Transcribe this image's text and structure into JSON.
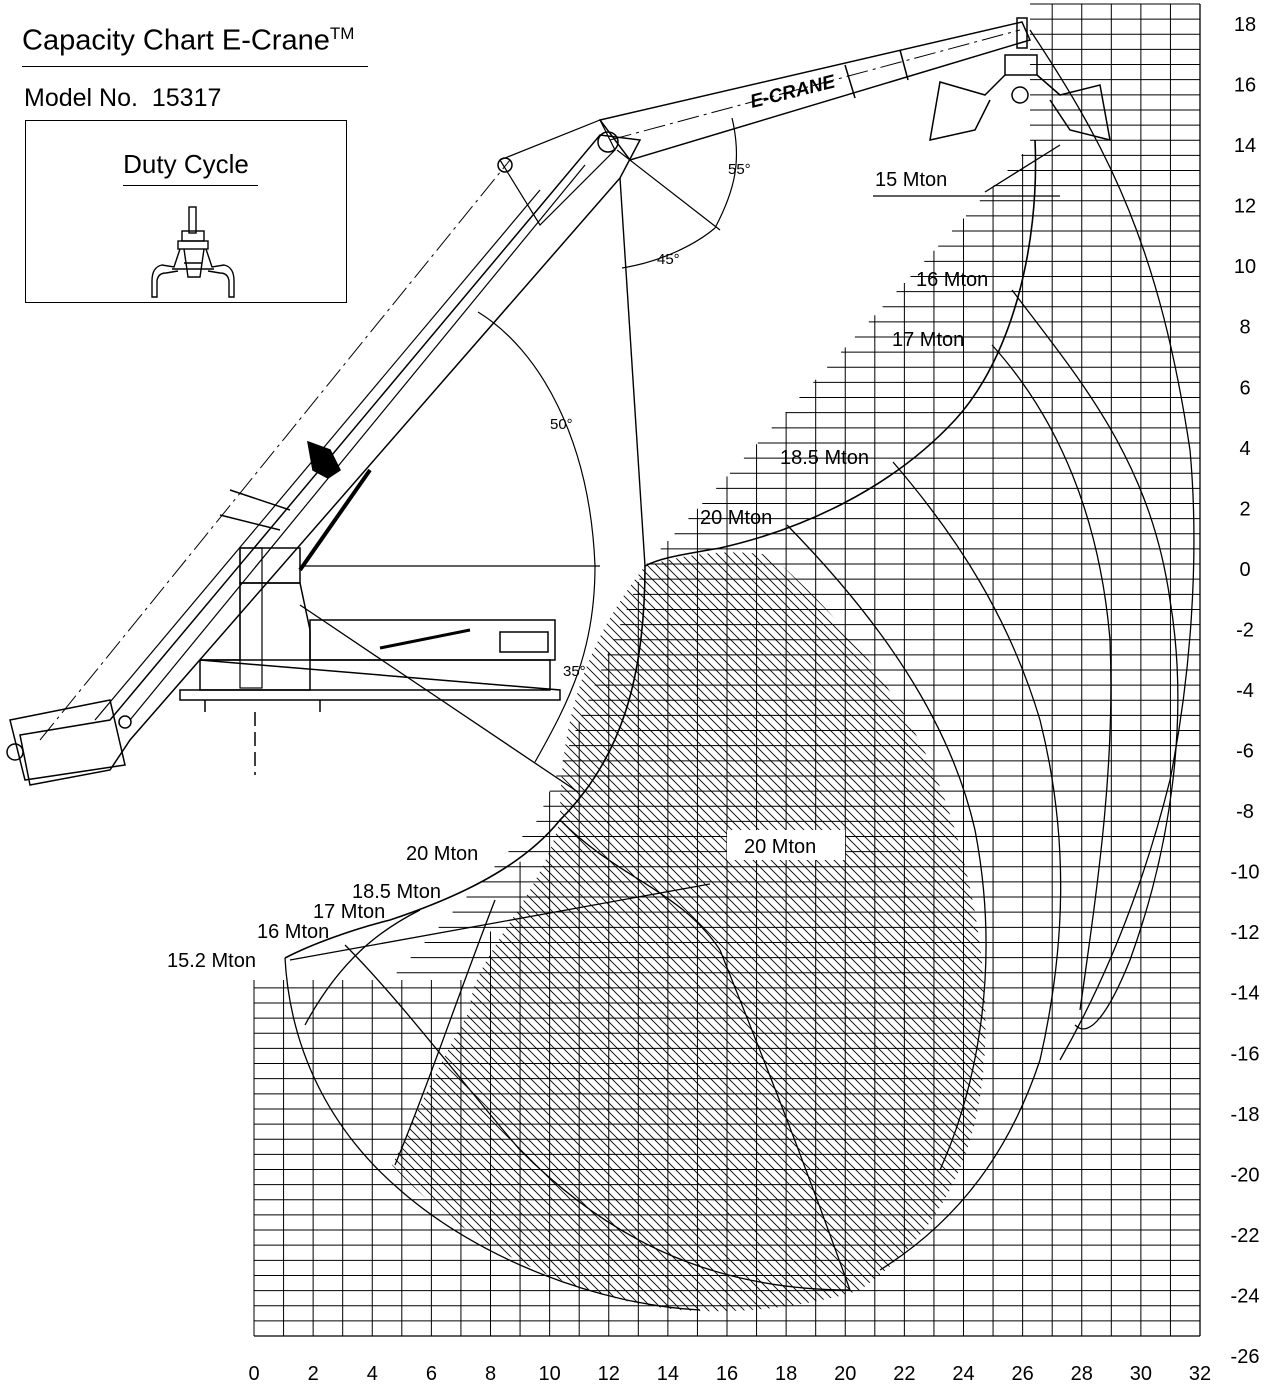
{
  "header": {
    "title": "Capacity Chart E-Crane",
    "title_mark": "TM",
    "model_label": "Model No.",
    "model_number": "15317",
    "duty_cycle": "Duty Cycle"
  },
  "crane": {
    "brand": "E-CRANE",
    "angles": [
      "55°",
      "45°",
      "50°",
      "35°"
    ]
  },
  "chart_data": {
    "type": "area",
    "x_ticks": [
      0,
      2,
      4,
      6,
      8,
      10,
      12,
      14,
      16,
      18,
      20,
      22,
      24,
      26,
      28,
      30,
      32
    ],
    "y_ticks": [
      18,
      16,
      14,
      12,
      10,
      8,
      6,
      4,
      2,
      0,
      -2,
      -4,
      -6,
      -8,
      -10,
      -12,
      -14,
      -16,
      -18,
      -20,
      -22,
      -24,
      -26
    ],
    "xlim": [
      0,
      32
    ],
    "ylim": [
      -26,
      18
    ],
    "grid": true,
    "capacity_labels_upper": [
      "15 Mton",
      "16 Mton",
      "17 Mton",
      "18.5 Mton",
      "20 Mton"
    ],
    "capacity_labels_lower": [
      "20 Mton",
      "18.5 Mton",
      "17 Mton",
      "16 Mton",
      "15.2 Mton"
    ],
    "center_label": "20 Mton",
    "hatched_zone_capacity": "20 Mton"
  }
}
